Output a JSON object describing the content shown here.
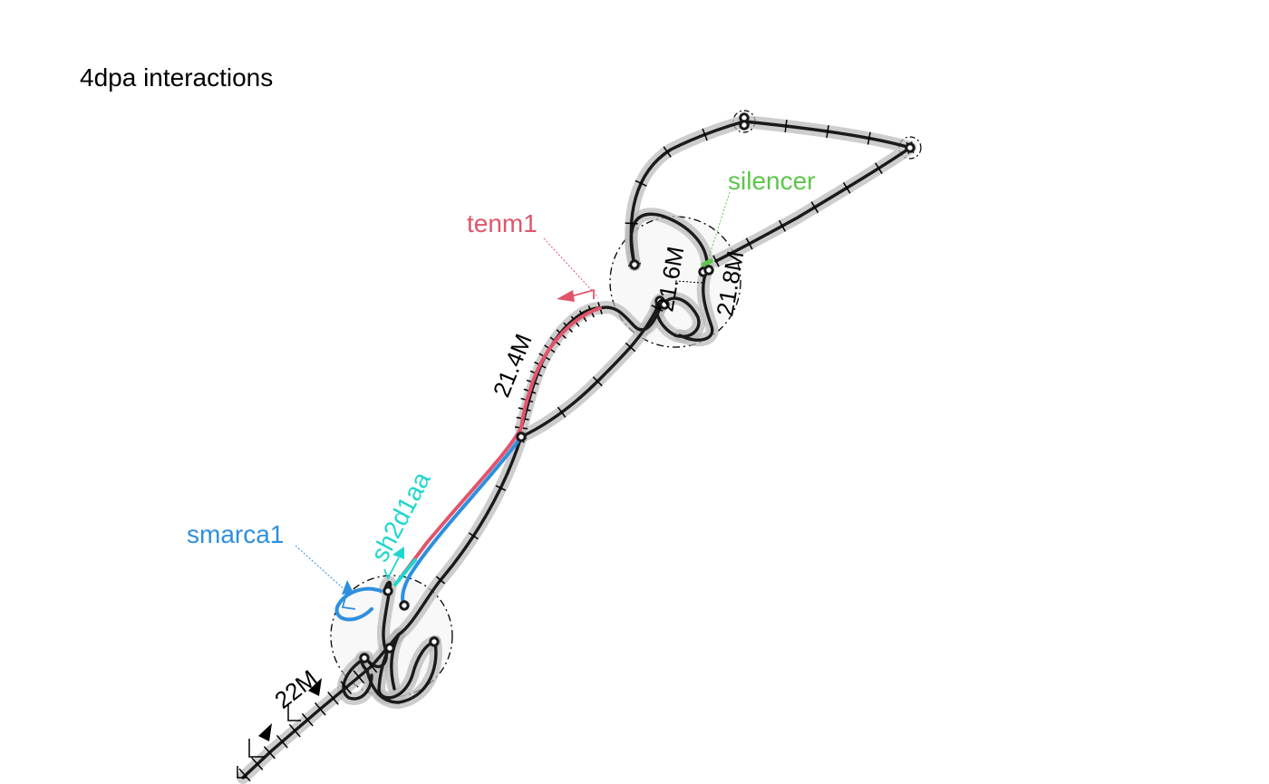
{
  "title": "4dpa interactions",
  "colors": {
    "backbone": "#1a1a1a",
    "halo": "#b8b8b8",
    "tenm1": "#e0556b",
    "smarca1": "#2e8fde",
    "sh2d1aa": "#1fd6cf",
    "silencer": "#5cc74a"
  },
  "features": {
    "tenm1": "tenm1",
    "smarca1": "smarca1",
    "sh2d1aa": "sh2d1aa",
    "silencer": "silencer"
  },
  "scale_labels": {
    "s22": "22M",
    "s214": "21.4M",
    "s216": "21.6M",
    "s218": "21.8M"
  }
}
